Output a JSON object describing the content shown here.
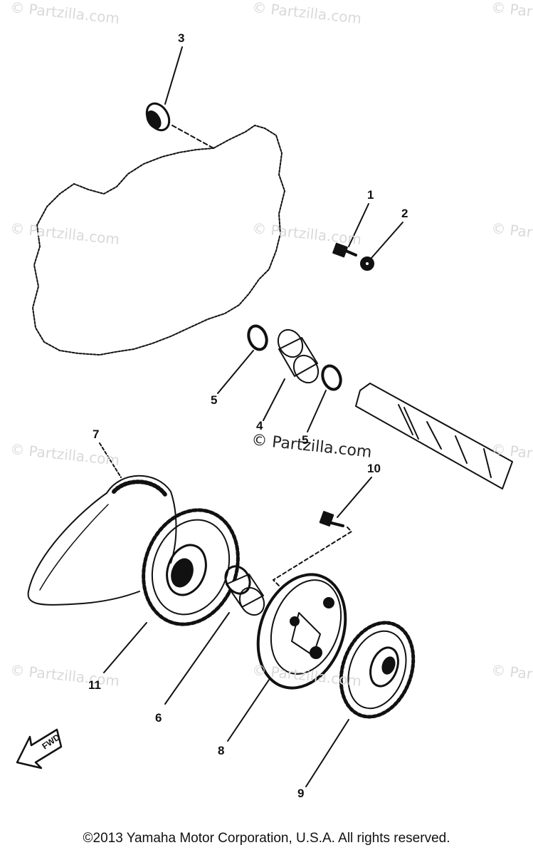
{
  "watermark": {
    "text": "© Partzilla.com",
    "center_text": "© Partzilla.com"
  },
  "callouts": {
    "c1": "1",
    "c2": "2",
    "c3": "3",
    "c4": "4",
    "c5a": "5",
    "c5b": "5",
    "c6": "6",
    "c7": "7",
    "c8": "8",
    "c9": "9",
    "c10": "10",
    "c11": "11"
  },
  "fwd_label": "FWD",
  "copyright": "©2013  Yamaha Motor Corporation, U.S.A. All rights reserved."
}
